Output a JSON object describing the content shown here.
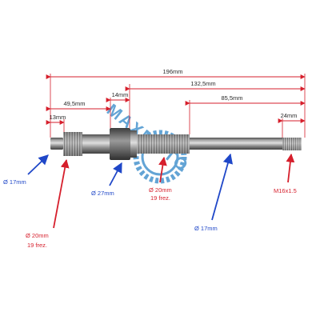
{
  "colors": {
    "dimension_red": "#d61f2c",
    "arrow_blue": "#1f47c8",
    "arrow_red": "#d61f2c",
    "watermark_blue": "#2f86c8",
    "shaft_metal": "#7d7d7d"
  },
  "dimensions": {
    "overall": "196mm",
    "right_section": "132,5mm",
    "main_body": "85,5mm",
    "thread_length": "24mm",
    "left_section": "49,5mm",
    "collar_width": "14mm",
    "journal_length": "13mm"
  },
  "diameters": {
    "left_journal": "Ø 17mm",
    "left_spline": "Ø 20mm",
    "left_spline_teeth": "19 frez.",
    "collar": "Ø 27mm",
    "mid_spline": "Ø 20mm",
    "mid_spline_teeth": "19 frez.",
    "main_body": "Ø 17mm",
    "thread": "M16x1.5"
  },
  "watermark": {
    "text": "MAXMOTO",
    "icon": "gear-icon"
  }
}
